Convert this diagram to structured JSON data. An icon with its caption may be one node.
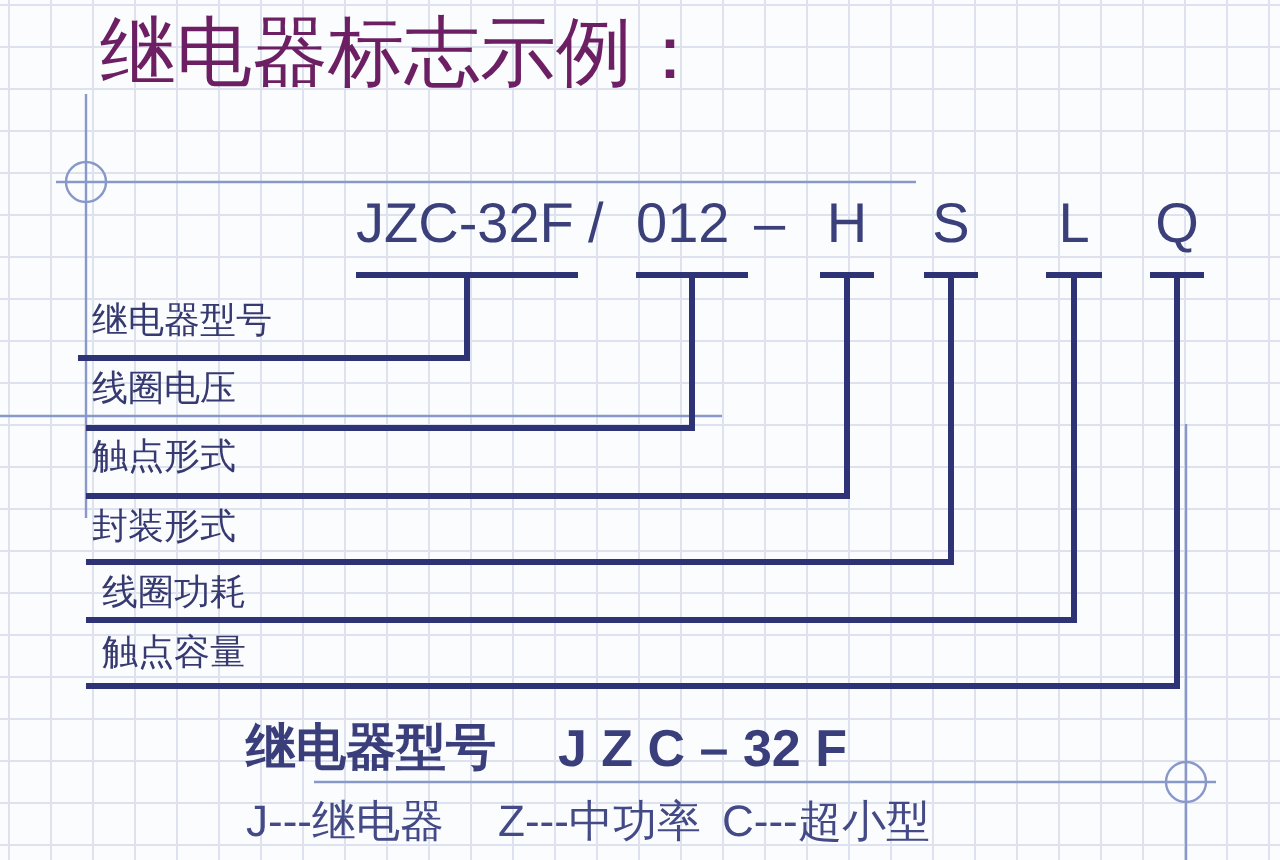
{
  "diagram": {
    "title": "继电器标志示例：",
    "nodes": [
      {
        "text": [
          "JZC-32F"
        ]
      },
      {
        "text": [
          "012"
        ]
      },
      {
        "text": [
          "H"
        ]
      },
      {
        "text": [
          "S"
        ]
      },
      {
        "text": [
          "L"
        ]
      },
      {
        "text": [
          "Q"
        ]
      },
      {
        "text": [
          "继电器型号"
        ]
      },
      {
        "text": [
          "线圈电压"
        ]
      },
      {
        "text": [
          "触点形式"
        ]
      },
      {
        "text": [
          "封装形式"
        ]
      },
      {
        "text": [
          "线圈功耗"
        ]
      },
      {
        "text": [
          "触点容量"
        ]
      }
    ],
    "edges": [
      {
        "from": 6,
        "to": 0,
        "arrow": "none"
      },
      {
        "from": 7,
        "to": 1,
        "arrow": "none"
      },
      {
        "from": 8,
        "to": 2,
        "arrow": "none"
      },
      {
        "from": 9,
        "to": 3,
        "arrow": "none"
      },
      {
        "from": 10,
        "to": 4,
        "arrow": "none"
      },
      {
        "from": 11,
        "to": 5,
        "arrow": "none"
      }
    ],
    "labels": [
      "/",
      "–",
      "继电器型号",
      "J Z C – 32 F",
      "J---继电器",
      "Z---中功率",
      "C---超小型"
    ]
  }
}
